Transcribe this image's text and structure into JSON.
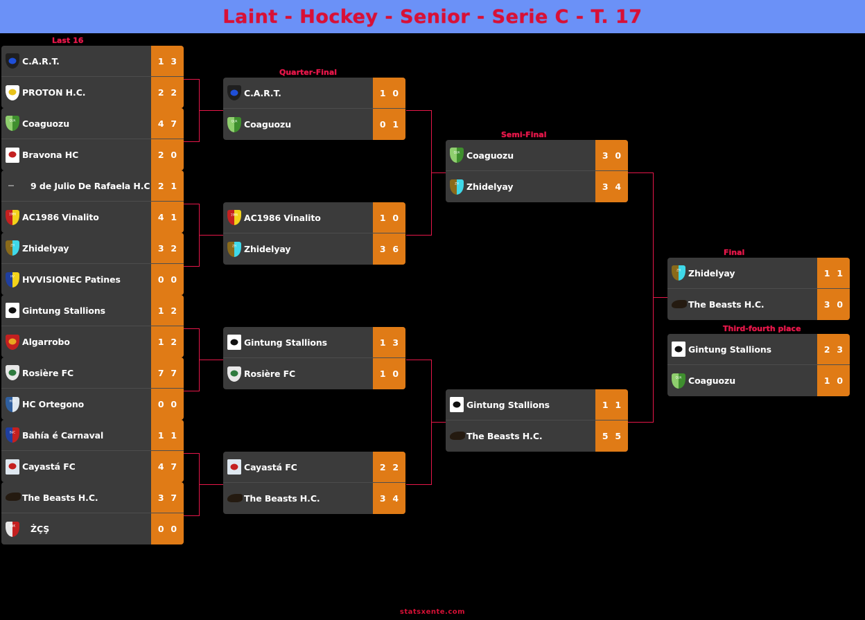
{
  "header": {
    "title": "Laint - Hockey - Senior - Serie C - T. 17",
    "bg_color": "#6b91f7",
    "title_color": "#d81036"
  },
  "theme": {
    "page_bg": "#000000",
    "card_bg": "#3b3b3b",
    "score_bg": "#e07b16",
    "line_color": "#e8174a",
    "text_color": "#ffffff"
  },
  "footer": {
    "watermark": "statsxente.com"
  },
  "rounds": [
    {
      "id": "last16",
      "label": "Last 16"
    },
    {
      "id": "qf",
      "label": "Quarter-Final"
    },
    {
      "id": "sf",
      "label": "Semi-Final"
    },
    {
      "id": "final",
      "label": "Final"
    },
    {
      "id": "third",
      "label": "Third-fourth place"
    }
  ],
  "last16": [
    {
      "top": {
        "name": "C.A.R.T.",
        "s1": "1",
        "s2": "3"
      },
      "bottom": {
        "name": "PROTON H.C.",
        "s1": "2",
        "s2": "2"
      }
    },
    {
      "top": {
        "name": "Coaguozu",
        "s1": "4",
        "s2": "7"
      },
      "bottom": {
        "name": "Bravona HC",
        "s1": "2",
        "s2": "0"
      }
    },
    {
      "top": {
        "name": "9 de Julio De Rafaela H.C",
        "s1": "2",
        "s2": "1"
      },
      "bottom": {
        "name": "AC1986 Vinalito",
        "s1": "4",
        "s2": "1"
      }
    },
    {
      "top": {
        "name": "Zhidelyay",
        "s1": "3",
        "s2": "2"
      },
      "bottom": {
        "name": "HVVISIONEC Patines",
        "s1": "0",
        "s2": "0"
      }
    },
    {
      "top": {
        "name": "Gintung Stallions",
        "s1": "1",
        "s2": "2"
      },
      "bottom": {
        "name": "Algarrobo",
        "s1": "1",
        "s2": "2"
      }
    },
    {
      "top": {
        "name": "Rosière FC",
        "s1": "7",
        "s2": "7"
      },
      "bottom": {
        "name": "HC Ortegono",
        "s1": "0",
        "s2": "0"
      }
    },
    {
      "top": {
        "name": "Bahía é Carnaval",
        "s1": "1",
        "s2": "1"
      },
      "bottom": {
        "name": "Cayastá FC",
        "s1": "4",
        "s2": "7"
      }
    },
    {
      "top": {
        "name": "The Beasts H.C.",
        "s1": "3",
        "s2": "7"
      },
      "bottom": {
        "name": "ŻÇŞ",
        "s1": "0",
        "s2": "0"
      }
    }
  ],
  "qf": [
    {
      "top": {
        "name": "C.A.R.T.",
        "s1": "1",
        "s2": "0"
      },
      "bottom": {
        "name": "Coaguozu",
        "s1": "0",
        "s2": "1"
      }
    },
    {
      "top": {
        "name": "AC1986 Vinalito",
        "s1": "1",
        "s2": "0"
      },
      "bottom": {
        "name": "Zhidelyay",
        "s1": "3",
        "s2": "6"
      }
    },
    {
      "top": {
        "name": "Gintung Stallions",
        "s1": "1",
        "s2": "3"
      },
      "bottom": {
        "name": "Rosière FC",
        "s1": "1",
        "s2": "0"
      }
    },
    {
      "top": {
        "name": "Cayastá FC",
        "s1": "2",
        "s2": "2"
      },
      "bottom": {
        "name": "The Beasts H.C.",
        "s1": "3",
        "s2": "4"
      }
    }
  ],
  "sf": [
    {
      "top": {
        "name": "Coaguozu",
        "s1": "3",
        "s2": "0"
      },
      "bottom": {
        "name": "Zhidelyay",
        "s1": "3",
        "s2": "4"
      }
    },
    {
      "top": {
        "name": "Gintung Stallions",
        "s1": "1",
        "s2": "1"
      },
      "bottom": {
        "name": "The Beasts H.C.",
        "s1": "5",
        "s2": "5"
      }
    }
  ],
  "final": [
    {
      "top": {
        "name": "Zhidelyay",
        "s1": "1",
        "s2": "1"
      },
      "bottom": {
        "name": "The Beasts H.C.",
        "s1": "3",
        "s2": "0"
      }
    }
  ],
  "third": [
    {
      "top": {
        "name": "Gintung Stallions",
        "s1": "2",
        "s2": "3"
      },
      "bottom": {
        "name": "Coaguozu",
        "s1": "1",
        "s2": "0"
      }
    }
  ]
}
